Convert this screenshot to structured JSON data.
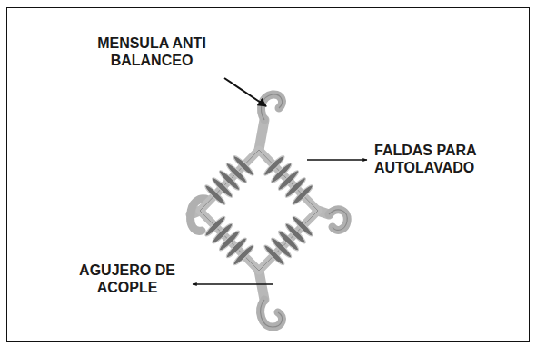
{
  "diagram": {
    "labels": [
      "MENSULA ANTI BALANCEO",
      "FALDAS PARA AUTOLAVADO",
      "AGUJERO DE ACOPLE"
    ]
  }
}
